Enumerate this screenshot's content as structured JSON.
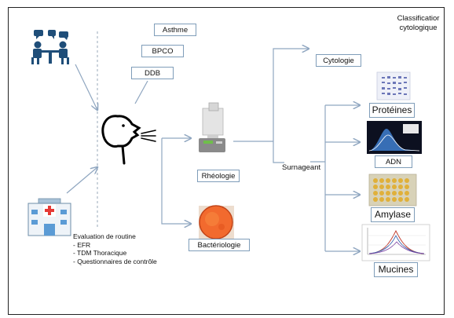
{
  "title_lines": [
    "Classificatior",
    "cytologique"
  ],
  "history_boxes": {
    "b1": "Asthme",
    "b2": "BPCO",
    "b3": "DDB"
  },
  "analyses": {
    "rheology": "Rhéologie",
    "bacteriology": "Bactériologie"
  },
  "supernatant": "Surnageant",
  "cytology": "Cytologie",
  "outputs": {
    "proteins": "Protéines",
    "dna": "ADN",
    "amylase": "Amylase",
    "mucins": "Mucines"
  },
  "routine": {
    "heading": "Evaluation de routine",
    "items": [
      "- EFR",
      "- TDM Thoracique",
      "- Questionnaires de contrôle"
    ]
  },
  "colors": {
    "arrow": "#8fa6c0",
    "box_border": "#7f9db9",
    "icon_blue": "#1f4e79"
  }
}
